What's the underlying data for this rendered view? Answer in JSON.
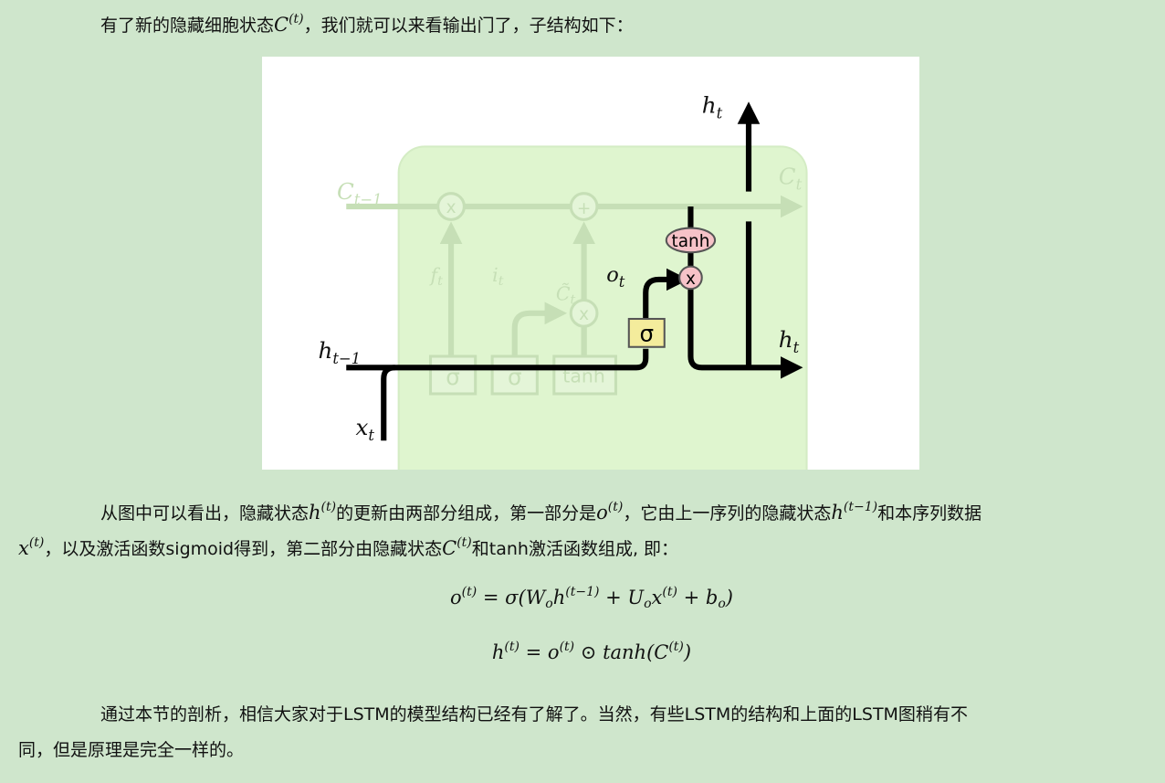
{
  "para1": {
    "before": "有了新的隐藏细胞状态",
    "math": "C",
    "sup": "(t)",
    "after": "，我们就可以来看输出门了，子结构如下："
  },
  "diagram": {
    "labels": {
      "c_prev": "C",
      "c_prev_sub": "t−1",
      "c_next": "C",
      "c_next_sub": "t",
      "h_prev": "h",
      "h_prev_sub": "t−1",
      "h_out_top": "h",
      "h_out_top_sub": "t",
      "h_out_right": "h",
      "h_out_right_sub": "t",
      "x": "x",
      "x_sub": "t",
      "o": "o",
      "o_sub": "t",
      "f": "f",
      "f_sub": "t",
      "i": "i",
      "i_sub": "t",
      "ctilde": "C̃",
      "ctilde_sub": "t"
    },
    "gates": {
      "sigma1": "σ",
      "sigma2": "σ",
      "tanh1": "tanh",
      "sigma_out": "σ",
      "tanh_out": "tanh",
      "mult_out": "x",
      "mult_f": "x",
      "add": "+",
      "mult_i": "x"
    },
    "colors": {
      "cell_bg": "#dff5cf",
      "faded": "#c6dfb6",
      "gate_yellow": "#f4ec9c",
      "op_pink": "#f6c2c8"
    }
  },
  "para2": {
    "l1": [
      "从图中可以看出，隐藏状态",
      "h",
      "(t)",
      "的更新由两部分组成，第一部分是",
      "o",
      "(t)",
      "，它由上一序列的隐藏状态",
      "h",
      "(t−1)",
      "和本序列数据"
    ],
    "l2": [
      "x",
      "(t)",
      "，以及激活函数sigmoid得到，第二部分由隐藏状态",
      "C",
      "(t)",
      "和tanh激活函数组成, 即："
    ]
  },
  "eq1": [
    "o",
    "(t)",
    " = σ(W",
    "o",
    "h",
    "(t−1)",
    " + U",
    "o",
    "x",
    "(t)",
    " + b",
    "o",
    ")"
  ],
  "eq2": [
    "h",
    "(t)",
    " = o",
    "(t)",
    " ⊙ tanh(C",
    "(t)",
    ")"
  ],
  "para3": {
    "l1": "通过本节的剖析，相信大家对于LSTM的模型结构已经有了解了。当然，有些LSTM的结构和上面的LSTM图稍有不",
    "l2": "同，但是原理是完全一样的。"
  }
}
